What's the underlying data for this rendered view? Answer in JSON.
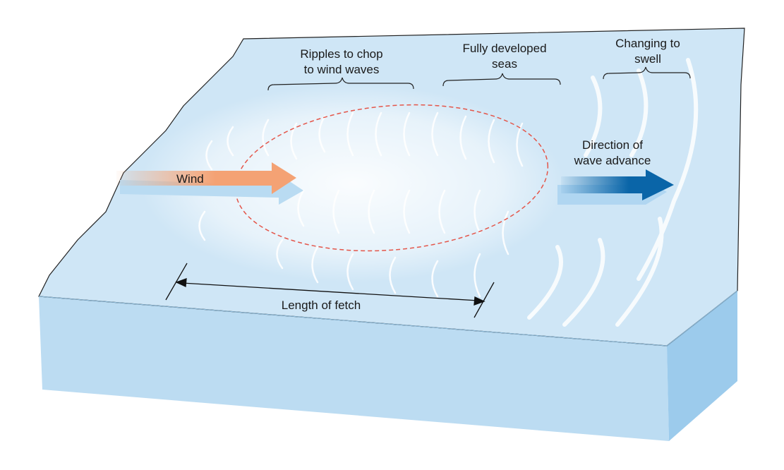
{
  "labels": {
    "ripples_line1": "Ripples to chop",
    "ripples_line2": "to wind waves",
    "fully_line1": "Fully developed",
    "fully_line2": "seas",
    "swell_line1": "Changing to",
    "swell_line2": "swell",
    "wind": "Wind",
    "direction_line1": "Direction of",
    "direction_line2": "wave advance",
    "fetch": "Length of fetch"
  },
  "colors": {
    "water_top": "#cfe6f6",
    "water_front": "#bcdcf2",
    "water_side": "#a6d0ee",
    "wind_arrow": "#f4a274",
    "wave_arrow": "#0a65a8",
    "fetch_outline": "#e4564a"
  }
}
